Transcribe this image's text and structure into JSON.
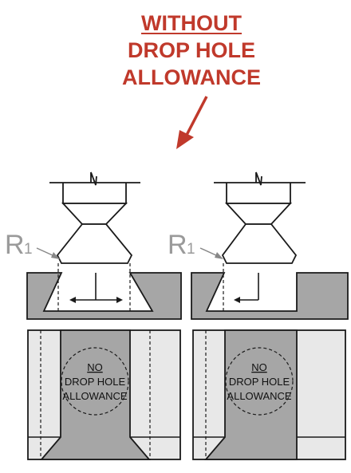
{
  "heading": {
    "line1": "WITHOUT",
    "line2": "DROP HOLE",
    "line3": "ALLOWANCE"
  },
  "colors": {
    "accent": "#c0392b",
    "die": "#a6a6a6",
    "part": "#e8e8e8",
    "outline": "#1a1a1a"
  },
  "left_view": {
    "radius_label": "R",
    "radius_sub": "1",
    "note_line1": "NO",
    "note_line2": "DROP HOLE",
    "note_line3": "ALLOWANCE"
  },
  "right_view": {
    "radius_label": "R",
    "radius_sub": "1",
    "note_line1": "NO",
    "note_line2": "DROP HOLE",
    "note_line3": "ALLOWANCE"
  }
}
